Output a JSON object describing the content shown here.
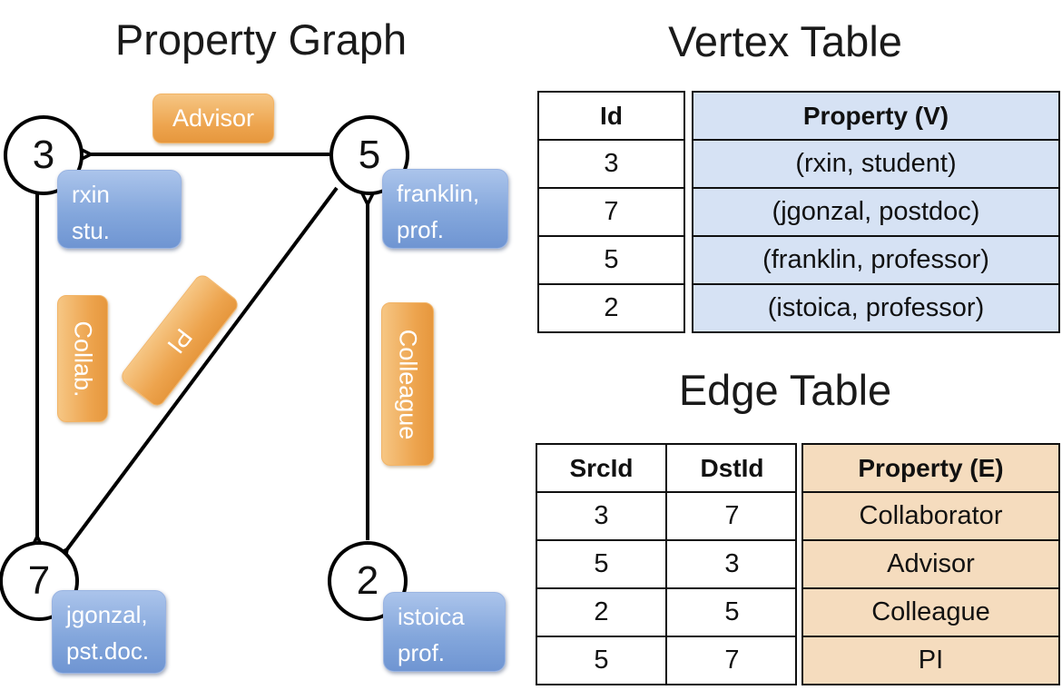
{
  "left": {
    "title": "Property Graph",
    "vertices": [
      {
        "id": "3",
        "prop_line1": "rxin",
        "prop_line2": "stu."
      },
      {
        "id": "5",
        "prop_line1": "franklin,",
        "prop_line2": "prof."
      },
      {
        "id": "7",
        "prop_line1": "jgonzal,",
        "prop_line2": "pst.doc."
      },
      {
        "id": "2",
        "prop_line1": "istoica",
        "prop_line2": "prof."
      }
    ],
    "edge_labels": {
      "advisor": "Advisor",
      "collab": "Collab.",
      "pi": "PI",
      "colleague": "Colleague"
    }
  },
  "vertex_table": {
    "title": "Vertex Table",
    "id_header": "Id",
    "property_header": "Property (V)",
    "rows": [
      {
        "id": "3",
        "property": "(rxin, student)"
      },
      {
        "id": "7",
        "property": "(jgonzal, postdoc)"
      },
      {
        "id": "5",
        "property": "(franklin, professor)"
      },
      {
        "id": "2",
        "property": "(istoica, professor)"
      }
    ]
  },
  "edge_table": {
    "title": "Edge Table",
    "src_header": "SrcId",
    "dst_header": "DstId",
    "property_header": "Property (E)",
    "rows": [
      {
        "src": "3",
        "dst": "7",
        "property": "Collaborator"
      },
      {
        "src": "5",
        "dst": "3",
        "property": "Advisor"
      },
      {
        "src": "2",
        "dst": "5",
        "property": "Colleague"
      },
      {
        "src": "5",
        "dst": "7",
        "property": "PI"
      }
    ]
  },
  "colors": {
    "edge_label_orange": "#EDA44E",
    "vertex_box_blue": "#7E9FD8",
    "vertex_table_fill": "#D6E2F4",
    "edge_table_fill": "#F5DCBE",
    "line_black": "#000000"
  }
}
